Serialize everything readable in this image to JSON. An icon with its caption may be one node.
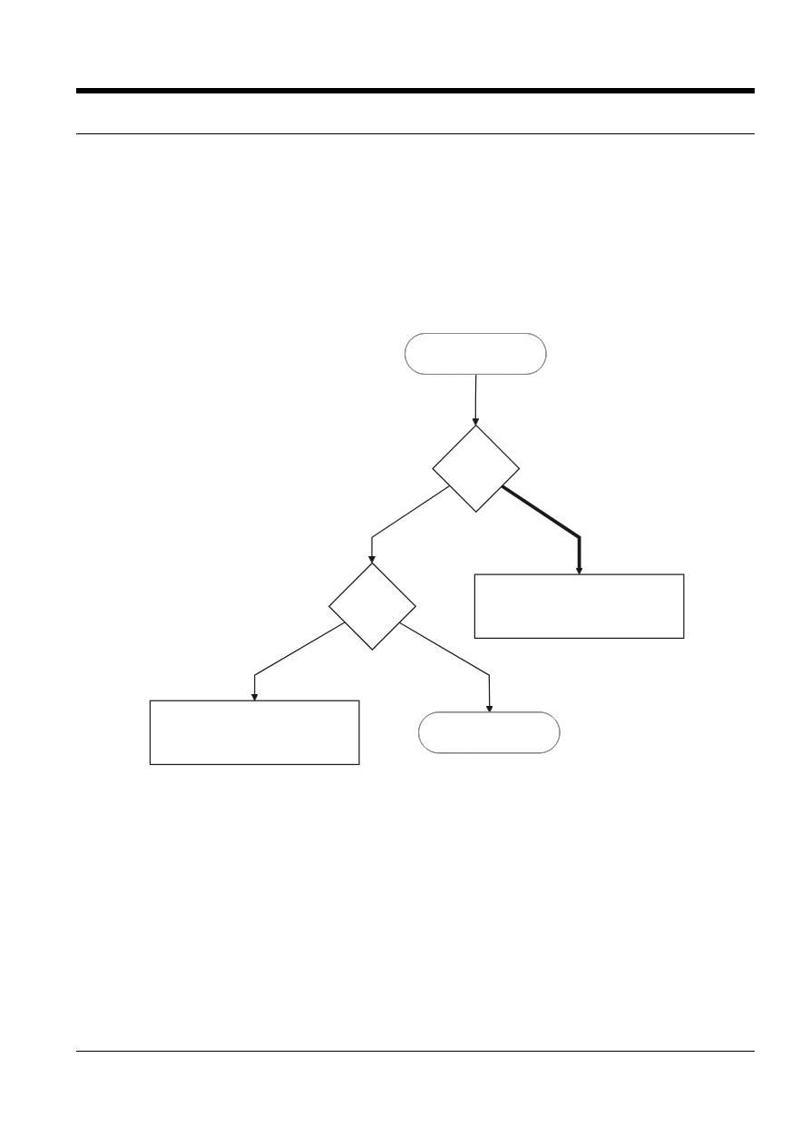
{
  "diagram": {
    "nodes": [
      {
        "text": [],
        "shape": "stadium"
      },
      {
        "text": [],
        "shape": "diamond"
      },
      {
        "text": [],
        "shape": "box"
      },
      {
        "text": [],
        "shape": "diamond"
      },
      {
        "text": [],
        "shape": "box"
      },
      {
        "text": [],
        "shape": "stadium"
      }
    ],
    "edges": [
      {
        "from": 0,
        "to": 1,
        "arrow": "to"
      },
      {
        "from": 1,
        "to": 2,
        "arrow": "to",
        "style": "thick"
      },
      {
        "from": 1,
        "to": 3,
        "arrow": "to"
      },
      {
        "from": 3,
        "to": 4,
        "arrow": "to"
      },
      {
        "from": 3,
        "to": 5,
        "arrow": "to"
      }
    ]
  }
}
